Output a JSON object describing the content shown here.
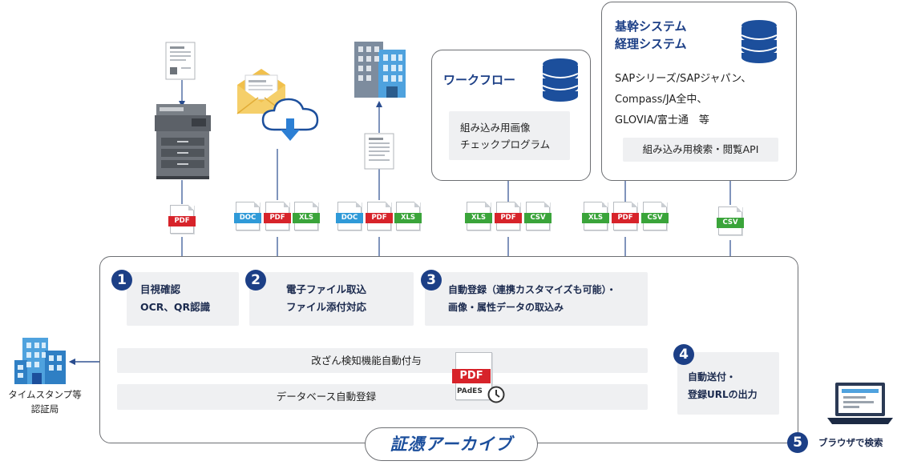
{
  "steps": {
    "s1": {
      "num": "1",
      "line1": "目視確認",
      "line2": "OCR、QR認識"
    },
    "s2": {
      "num": "2",
      "line1": "電子ファイル取込",
      "line2": "ファイル添付対応"
    },
    "s3": {
      "num": "3",
      "line1": "自動登録（連携カスタマイズも可能）・",
      "line2": "画像・属性データの取込み"
    },
    "s4": {
      "num": "4",
      "line1": "自動送付・",
      "line2": "登録URLの出力"
    },
    "s5": {
      "num": "5",
      "label": "ブラウザで検索"
    }
  },
  "center": {
    "tamper": "改ざん検知機能自動付与",
    "database": "データベース自動登録",
    "pdf_label": "PDF",
    "pades_label": "PAdES"
  },
  "workflow": {
    "title": "ワークフロー",
    "line1": "組み込み用画像",
    "line2": "チェックプログラム"
  },
  "core": {
    "title1": "基幹システム",
    "title2": "経理システム",
    "line1": "SAPシリーズ/SAPジャパン、",
    "line2": "Compass/JA全中、",
    "line3": "GLOVIA/富士通　等",
    "api": "組み込み用検索・閲覧API"
  },
  "timestamp": {
    "line1": "タイムスタンプ等",
    "line2": "認証局"
  },
  "brand": {
    "name": "証憑アーカイブ"
  },
  "file_types": {
    "pdf": "PDF",
    "doc": "DOC",
    "xls": "XLS",
    "csv": "CSV"
  },
  "colors": {
    "navy": "#1c3f86",
    "pdf": "#d7232a",
    "doc": "#2f9ad8",
    "xls": "#3aa43a"
  }
}
